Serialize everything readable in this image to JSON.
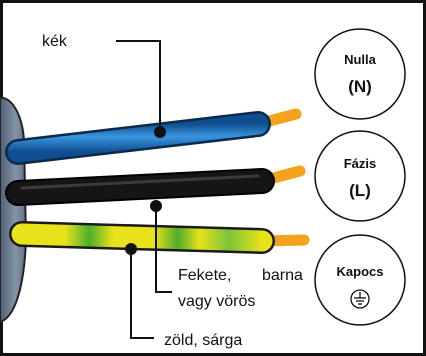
{
  "labels": {
    "blue_wire": "kék",
    "black_wire_line1": "Fekete,",
    "black_wire_line1b": "barna",
    "black_wire_line2": "vagy vörös",
    "green_yellow_wire": "zöld, sárga"
  },
  "terminals": [
    {
      "name": "Nulla",
      "symbol": "(N)"
    },
    {
      "name": "Fázis",
      "symbol": "(L)"
    },
    {
      "name": "Kapocs",
      "symbol": "⏚"
    }
  ],
  "colors": {
    "blue_wire": "#1f6fb8",
    "black_wire": "#111111",
    "green_yellow_wire": "#c9d92a",
    "copper_tip": "#f4a21c",
    "cable_sheath": "#6f7f96",
    "border": "#111111"
  }
}
